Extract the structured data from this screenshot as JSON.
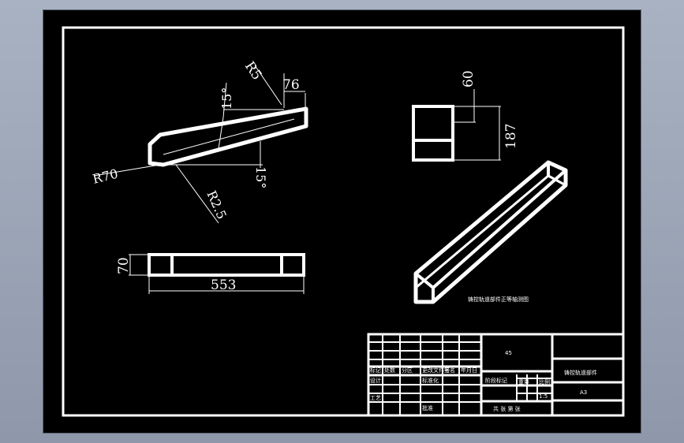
{
  "colors": {
    "background": "#000000",
    "lines": "#ffffff",
    "frame_outer": "#a9b2c2"
  },
  "dimensions": {
    "r5": "R5",
    "d76": "76",
    "angle_top": "15°",
    "angle_bottom": "15°",
    "r70": "R70",
    "r2_5": "R2.5",
    "d70": "70",
    "d553": "553",
    "d60": "60",
    "d187": "187"
  },
  "iso_caption": "铸控轨道部件正等轴测图",
  "title_block": {
    "scale_box": "45",
    "part_name": "铸控轨道部件",
    "material": "A3",
    "row_labels": [
      "标记",
      "处数",
      "分区",
      "更改文件号",
      "签名",
      "年月日"
    ],
    "design_label": "设计",
    "standard_label": "标准化",
    "process_label": "工艺",
    "approve_label": "批准",
    "stage_label": "阶段标记",
    "weight_label": "重量",
    "ratio_label": "比例",
    "ratio_value": "1:5",
    "sheet_label": "共 张 第 张"
  }
}
